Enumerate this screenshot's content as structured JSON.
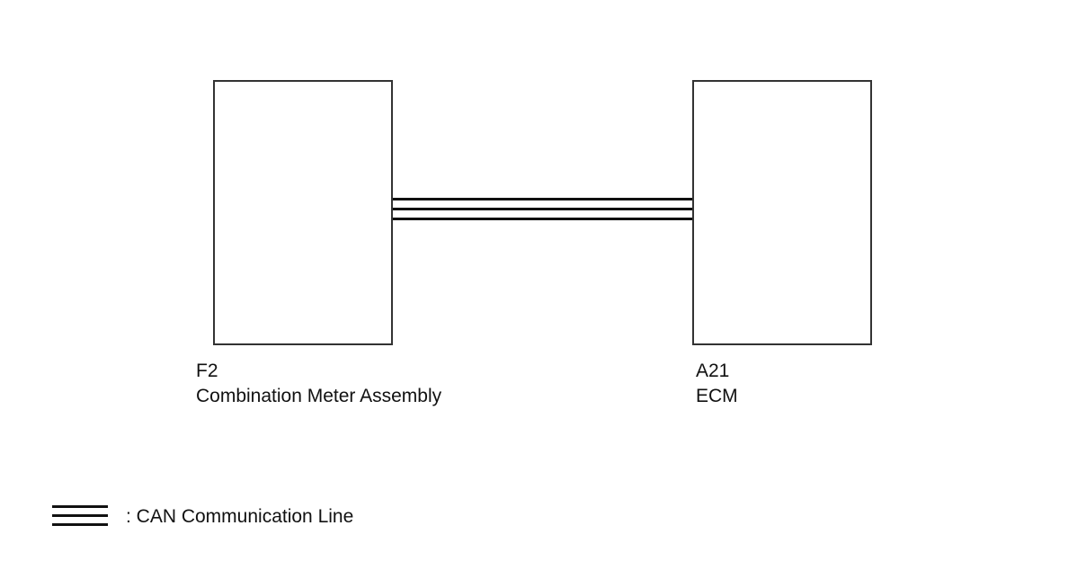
{
  "components": [
    {
      "code": "F2",
      "name": "Combination Meter Assembly"
    },
    {
      "code": "A21",
      "name": "ECM"
    }
  ],
  "connection": {
    "type": "CAN Communication Line",
    "from": "F2",
    "to": "A21"
  },
  "legend": {
    "text": ": CAN Communication Line"
  }
}
